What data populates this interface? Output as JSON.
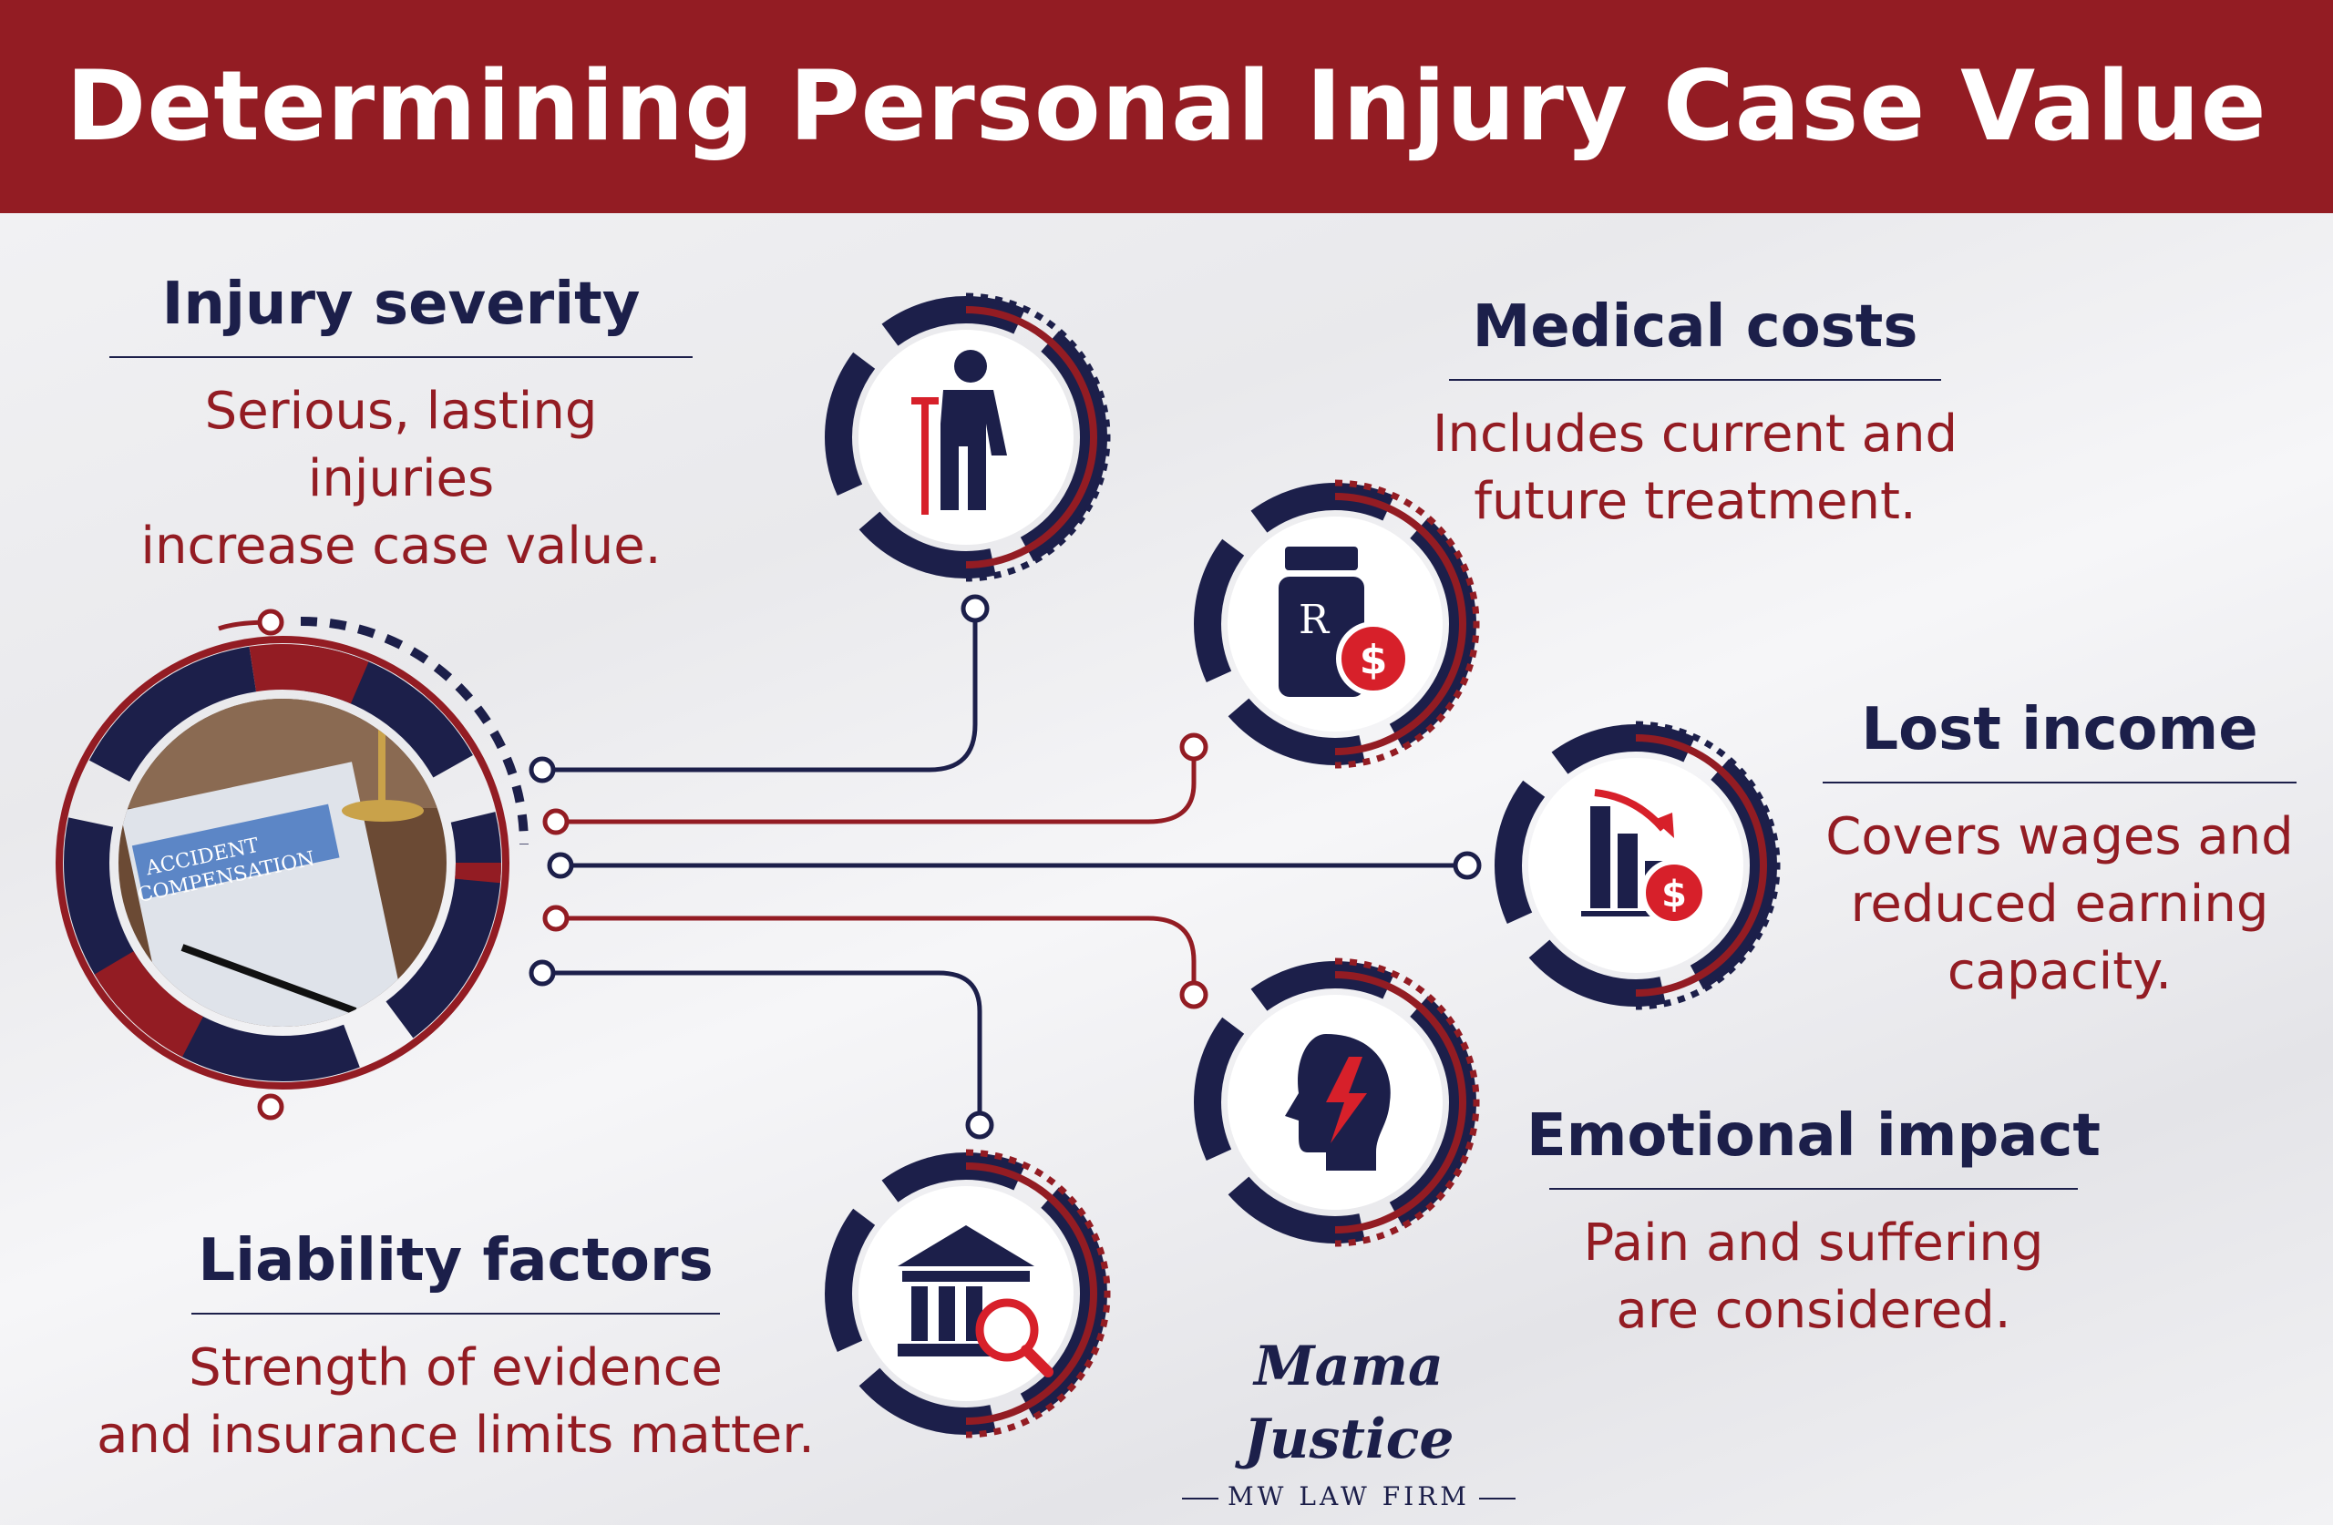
{
  "title": "Determining Personal Injury Case Value",
  "colors": {
    "navy": "#1c1f4a",
    "red": "#931c23",
    "bright_red": "#d7202a"
  },
  "document_text": [
    "ACCIDENT",
    "COMPENSATION"
  ],
  "factors": [
    {
      "heading": "Injury severity",
      "description": [
        "Serious, lasting injuries",
        "increase case value."
      ],
      "icon": "person-crutch-icon"
    },
    {
      "heading": "Medical costs",
      "description": [
        "Includes current and",
        "future treatment."
      ],
      "icon": "rx-bottle-dollar-icon"
    },
    {
      "heading": "Lost income",
      "description": [
        "Covers wages and",
        "reduced earning",
        "capacity."
      ],
      "icon": "declining-chart-dollar-icon"
    },
    {
      "heading": "Emotional impact",
      "description": [
        "Pain and suffering",
        "are considered."
      ],
      "icon": "head-lightning-icon"
    },
    {
      "heading": "Liability factors",
      "description": [
        "Strength of evidence",
        "and insurance limits matter."
      ],
      "icon": "courthouse-magnifier-icon"
    }
  ],
  "logo": {
    "script": "Mama Justice",
    "subtitle": "MW LAW FIRM",
    "icon": "lady-justice-icon"
  }
}
